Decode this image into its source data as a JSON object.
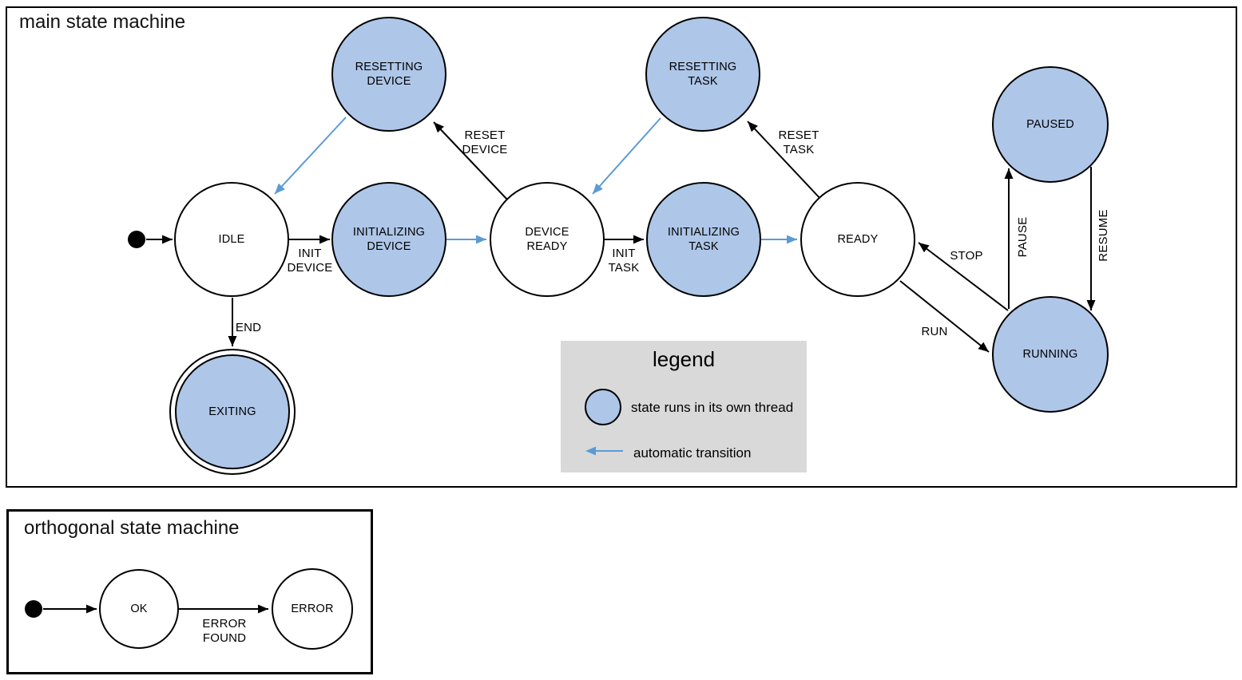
{
  "main": {
    "title": "main state machine",
    "states": {
      "idle": "IDLE",
      "resetting_device": "RESETTING\nDEVICE",
      "initializing_device": "INITIALIZING\nDEVICE",
      "device_ready": "DEVICE\nREADY",
      "resetting_task": "RESETTING\nTASK",
      "initializing_task": "INITIALIZING\nTASK",
      "ready": "READY",
      "paused": "PAUSED",
      "running": "RUNNING",
      "exiting": "EXITING"
    },
    "transitions": {
      "init_device": "INIT\nDEVICE",
      "reset_device": "RESET\nDEVICE",
      "init_task": "INIT\nTASK",
      "reset_task": "RESET\nTASK",
      "stop": "STOP",
      "run": "RUN",
      "pause": "PAUSE",
      "resume": "RESUME",
      "end": "END"
    }
  },
  "legend": {
    "title": "legend",
    "items": {
      "thread_state": "state runs in its own thread",
      "automatic_transition": "automatic transition"
    }
  },
  "orthogonal": {
    "title": "orthogonal state machine",
    "states": {
      "ok": "OK",
      "error": "ERROR"
    },
    "transitions": {
      "error_found": "ERROR\nFOUND"
    }
  },
  "colors": {
    "thread_state_fill": "#aec6e8",
    "automatic_transition_arrow": "#5b9bd5",
    "legend_background": "#d9d9d9",
    "line_color": "#000000"
  }
}
